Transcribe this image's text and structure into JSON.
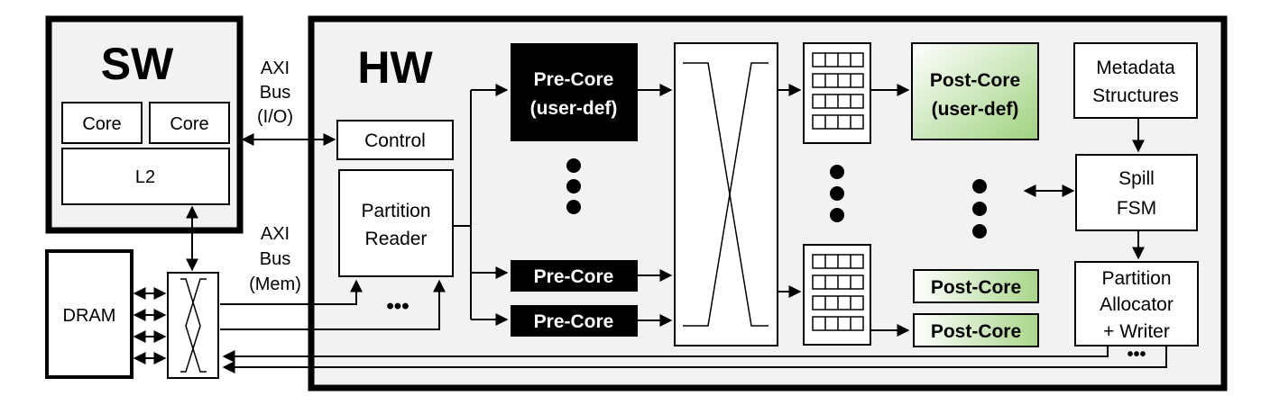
{
  "sw": {
    "title": "SW",
    "core_left": "Core",
    "core_right": "Core",
    "l2": "L2"
  },
  "hw": {
    "title": "HW",
    "control": "Control",
    "partition_reader_line1": "Partition",
    "partition_reader_line2": "Reader",
    "reader_inputs_ellipsis": "•••",
    "pre_core_userdef_line1": "Pre-Core",
    "pre_core_userdef_line2": "(user-def)",
    "pre_core": "Pre-Core",
    "post_core_userdef_line1": "Post-Core",
    "post_core_userdef_line2": "(user-def)",
    "post_core": "Post-Core",
    "metadata_line1": "Metadata",
    "metadata_line2": "Structures",
    "spill_line1": "Spill",
    "spill_line2": "FSM",
    "allocator_line1": "Partition",
    "allocator_line2": "Allocator",
    "allocator_line3": "+ Writer",
    "writer_outputs_ellipsis": "•••"
  },
  "axi_io": {
    "line1": "AXI",
    "line2": "Bus",
    "line3": "(I/O)"
  },
  "axi_mem": {
    "line1": "AXI",
    "line2": "Bus",
    "line3": "(Mem)"
  },
  "dram": "DRAM",
  "colors": {
    "black": "#000000",
    "panel_gray": "#f2f2f2",
    "green_light": "#f3f9ee",
    "green_dark": "#9fd27f"
  }
}
